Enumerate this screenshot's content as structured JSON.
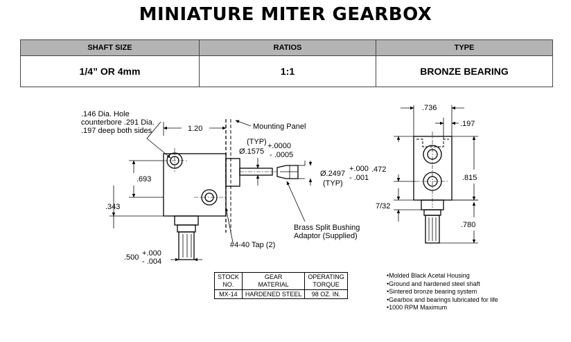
{
  "title": "MINIATURE MITER GEARBOX",
  "specs": {
    "headers": [
      "SHAFT SIZE",
      "RATIOS",
      "TYPE"
    ],
    "values": [
      "1/4”  OR  4mm",
      "1:1",
      "BRONZE BEARING"
    ]
  },
  "drawing": {
    "hole_note": [
      ".146 Dia. Hole",
      "counterbore .291 Dia.",
      ".197 deep both sides"
    ],
    "dim_120": "1.20",
    "mounting_panel": "Mounting Panel",
    "typ_top": "(TYP)",
    "dia_1575": "Ø.1575",
    "tol_1575_plus": "+.0000",
    "tol_1575_minus": "- .0005",
    "dia_2497": "Ø.2497",
    "tol_2497_plus": "+.000",
    "tol_2497_minus": "- .001",
    "typ_bottom": "(TYP)",
    "dim_693": ".693",
    "dim_343": ".343",
    "dim_500": ".500",
    "tol_500_plus": "+.000",
    "tol_500_minus": "- .004",
    "tap_note": "#4-40 Tap (2)",
    "bushing_note": [
      "Brass Split Bushing",
      "Adaptor (Supplied)"
    ],
    "dim_736": ".736",
    "dim_197": ".197",
    "dim_472": ".472",
    "dim_815": ".815",
    "dim_732": "7/32",
    "dim_780": ".780"
  },
  "stock_table": {
    "headers": [
      [
        "STOCK",
        "NO."
      ],
      [
        "GEAR",
        "MATERIAL"
      ],
      [
        "OPERATING",
        "TORQUE"
      ]
    ],
    "row": [
      "MX-14",
      "HARDENED STEEL",
      "98 OZ. IN."
    ]
  },
  "features": [
    "Molded Black Acetal Housing",
    "Ground and hardened steel shaft",
    "Sintered bronze bearing system",
    "Gearbox and bearings lubricated for life",
    "1000 RPM Maximum"
  ]
}
